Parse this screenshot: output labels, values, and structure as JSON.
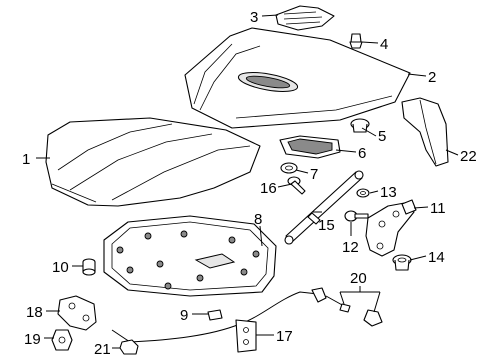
{
  "callouts": [
    {
      "id": "c1",
      "label": "1"
    },
    {
      "id": "c2",
      "label": "2"
    },
    {
      "id": "c3",
      "label": "3"
    },
    {
      "id": "c4",
      "label": "4"
    },
    {
      "id": "c5",
      "label": "5"
    },
    {
      "id": "c6",
      "label": "6"
    },
    {
      "id": "c7",
      "label": "7"
    },
    {
      "id": "c8",
      "label": "8"
    },
    {
      "id": "c9",
      "label": "9"
    },
    {
      "id": "c10",
      "label": "10"
    },
    {
      "id": "c11",
      "label": "11"
    },
    {
      "id": "c12",
      "label": "12"
    },
    {
      "id": "c13",
      "label": "13"
    },
    {
      "id": "c14",
      "label": "14"
    },
    {
      "id": "c15",
      "label": "15"
    },
    {
      "id": "c16",
      "label": "16"
    },
    {
      "id": "c17",
      "label": "17"
    },
    {
      "id": "c18",
      "label": "18"
    },
    {
      "id": "c19",
      "label": "19"
    },
    {
      "id": "c20",
      "label": "20"
    },
    {
      "id": "c21",
      "label": "21"
    },
    {
      "id": "c22",
      "label": "22"
    }
  ]
}
